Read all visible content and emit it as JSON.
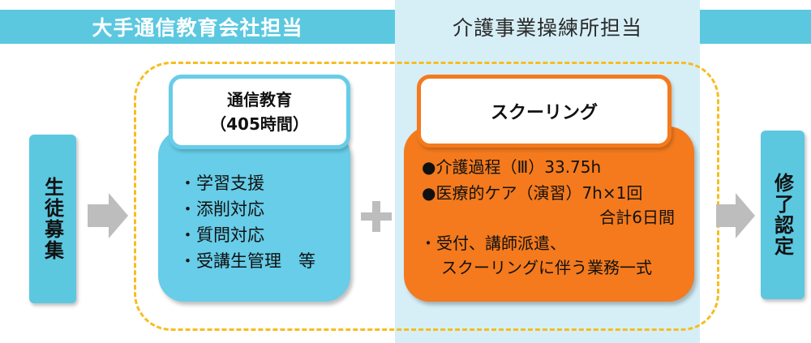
{
  "header": {
    "left_label": "大手通信教育会社担当",
    "right_label": "介護事業操練所担当"
  },
  "side": {
    "left_label": "生徒募集",
    "right_label": "修了認定"
  },
  "correspondence": {
    "title_line1": "通信教育",
    "title_line2": "（405時間）",
    "items": [
      "・学習支援",
      "・添削対応",
      "・質問対応",
      "・受講生管理　等"
    ]
  },
  "schooling": {
    "title": "スクーリング",
    "line1": "●介護過程（Ⅲ）33.75h",
    "line2": "●医療的ケア（演習）7h×1回",
    "line3": "合計6日間",
    "line4": "・受付、講師派遣、",
    "line5": "スクーリングに伴う業務一式"
  },
  "colors": {
    "blue": "#5bc8e0",
    "orange": "#f47a1d",
    "dashed_yellow": "#f7bd20",
    "arrow_gray": "#bdbdbd"
  }
}
